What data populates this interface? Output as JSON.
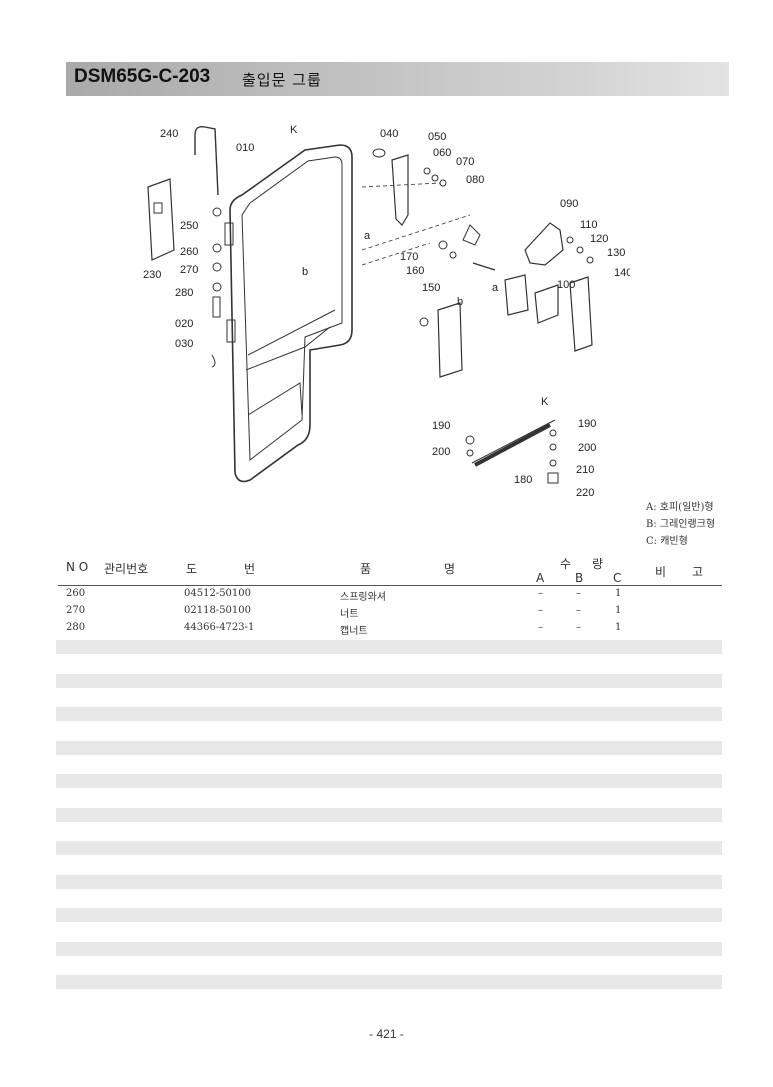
{
  "header": {
    "code": "DSM65G-C-203",
    "name": "출입문 그룹"
  },
  "diagram": {
    "labels": {
      "l010": "010",
      "l020": "020",
      "l030": "030",
      "l040": "040",
      "l050": "050",
      "l060": "060",
      "l070": "070",
      "l080": "080",
      "l090": "090",
      "l100": "100",
      "l110": "110",
      "l120": "120",
      "l130": "130",
      "l140": "140",
      "l150": "150",
      "l160": "160",
      "l170": "170",
      "l180": "180",
      "l190a": "190",
      "l190b": "190",
      "l200a": "200",
      "l200b": "200",
      "l210": "210",
      "l220": "220",
      "l230": "230",
      "l240": "240",
      "l250": "250",
      "l260": "260",
      "l270": "270",
      "l280": "280",
      "k1": "K",
      "k2": "K",
      "a1": "a",
      "a2": "a",
      "b1": "b",
      "b2": "b"
    }
  },
  "legend": [
    "A: 호피(일반)형",
    "B: 그레인랭크형",
    "C: 캐빈형"
  ],
  "table": {
    "headers": {
      "no": "N O",
      "mgmt": "관리번호",
      "drawing_1": "도",
      "drawing_2": "번",
      "item_1": "품",
      "item_2": "명",
      "qty_1": "수",
      "qty_2": "량",
      "qty_a": "A",
      "qty_b": "B",
      "qty_c": "C",
      "remark_1": "비",
      "remark_2": "고"
    },
    "rows": [
      {
        "no": "260",
        "drawing": "04512-50100",
        "name": "스프링와셔",
        "a": "–",
        "b": "–",
        "c": "1"
      },
      {
        "no": "270",
        "drawing": "02118-50100",
        "name": "너트",
        "a": "–",
        "b": "–",
        "c": "1"
      },
      {
        "no": "280",
        "drawing": "44366-4723-1",
        "name": "캡너트",
        "a": "–",
        "b": "–",
        "c": "1"
      }
    ]
  },
  "footer": {
    "page": "- 421 -"
  }
}
